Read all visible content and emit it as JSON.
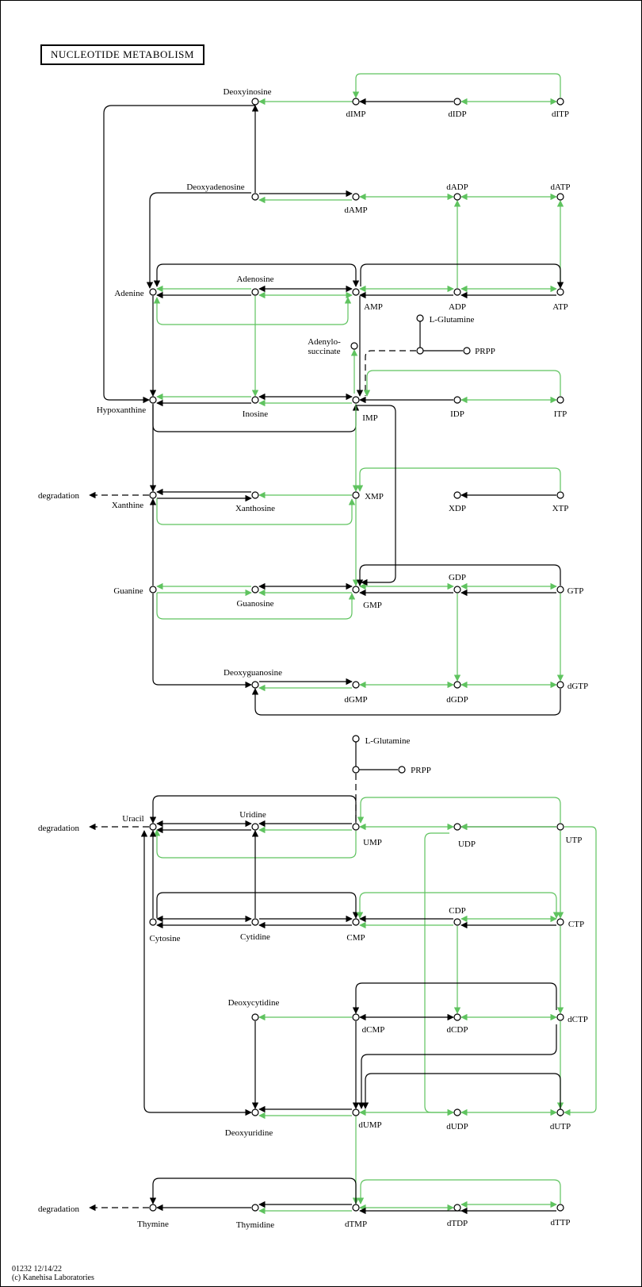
{
  "title": "NUCLEOTIDE METABOLISM",
  "footer": {
    "map_id_date": "01232 12/14/22",
    "copyright": "(c) Kanehisa Laboratories"
  },
  "colors": {
    "known_reaction": "#000000",
    "highlighted_reaction": "#5fc35f",
    "background": "#ffffff"
  },
  "compounds": {
    "deoxyinosine": "Deoxyinosine",
    "dimp": "dIMP",
    "didp": "dIDP",
    "ditp": "dITP",
    "deoxyadenosine": "Deoxyadenosine",
    "damp": "dAMP",
    "dadp": "dADP",
    "datp": "dATP",
    "adenine": "Adenine",
    "adenosine": "Adenosine",
    "amp": "AMP",
    "adp": "ADP",
    "atp": "ATP",
    "l_glutamine_top": "L-Glutamine",
    "prpp_top": "PRPP",
    "adenylo_1": "Adenylo-",
    "adenylo_2": "succinate",
    "hypoxanthine": "Hypoxanthine",
    "inosine": "Inosine",
    "imp": "IMP",
    "idp": "IDP",
    "itp": "ITP",
    "degradation_1": "degradation",
    "xanthine": "Xanthine",
    "xanthosine": "Xanthosine",
    "xmp": "XMP",
    "xdp": "XDP",
    "xtp": "XTP",
    "guanine": "Guanine",
    "guanosine": "Guanosine",
    "gmp": "GMP",
    "gdp": "GDP",
    "gtp": "GTP",
    "deoxyguanosine": "Deoxyguanosine",
    "dgmp": "dGMP",
    "dgdp": "dGDP",
    "dgtp": "dGTP",
    "l_glutamine_bottom": "L-Glutamine",
    "prpp_bottom": "PRPP",
    "degradation_2": "degradation",
    "uracil": "Uracil",
    "uridine": "Uridine",
    "ump": "UMP",
    "udp": "UDP",
    "utp": "UTP",
    "cytosine": "Cytosine",
    "cytidine": "Cytidine",
    "cmp": "CMP",
    "cdp": "CDP",
    "ctp": "CTP",
    "deoxycytidine": "Deoxycytidine",
    "dcmp": "dCMP",
    "dcdp": "dCDP",
    "dctp": "dCTP",
    "deoxyuridine": "Deoxyuridine",
    "dump": "dUMP",
    "dudp": "dUDP",
    "dutp": "dUTP",
    "degradation_3": "degradation",
    "thymine": "Thymine",
    "thymidine": "Thymidine",
    "dtmp": "dTMP",
    "dtdp": "dTDP",
    "dttp": "dTTP"
  }
}
